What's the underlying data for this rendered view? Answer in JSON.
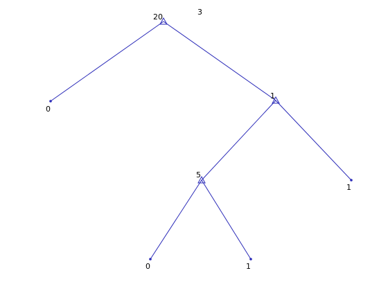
{
  "tree": {
    "caption": "3",
    "split_nodes": [
      {
        "id": "root",
        "value": "20"
      },
      {
        "id": "right-child",
        "value": "1"
      },
      {
        "id": "inner-left",
        "value": "5"
      }
    ],
    "leaf_nodes": [
      {
        "id": "leaf-root-left",
        "value": "0"
      },
      {
        "id": "leaf-right-right",
        "value": "1"
      },
      {
        "id": "leaf-inner-left",
        "value": "0"
      },
      {
        "id": "leaf-inner-right",
        "value": "1"
      }
    ],
    "edges": [
      {
        "from": "root",
        "to": "leaf-root-left"
      },
      {
        "from": "root",
        "to": "right-child"
      },
      {
        "from": "right-child",
        "to": "inner-left"
      },
      {
        "from": "right-child",
        "to": "leaf-right-right"
      },
      {
        "from": "inner-left",
        "to": "leaf-inner-left"
      },
      {
        "from": "inner-left",
        "to": "leaf-inner-right"
      }
    ],
    "colors": {
      "edge": "#2a2ab8",
      "label": "#000000",
      "background": "#ffffff"
    }
  }
}
